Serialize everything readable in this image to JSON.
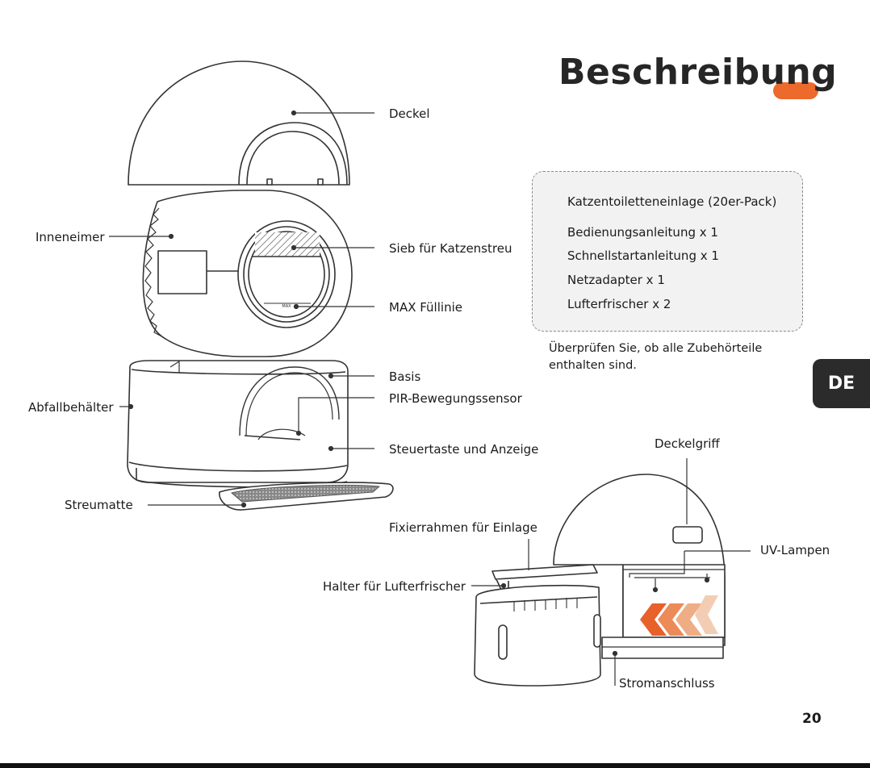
{
  "page_title": "Beschreibung",
  "language_tab": "DE",
  "page_number": "20",
  "accent_color": "#ec6a2c",
  "top_labels": {
    "deckel": "Deckel",
    "inneneimer": "Inneneimer",
    "sieb": "Sieb für Katzenstreu",
    "max": "MAX Füllinie",
    "basis": "Basis",
    "abfall": "Abfallbehälter",
    "pir": "PIR-Bewegungssensor",
    "steuer": "Steuertaste und Anzeige",
    "streumatte": "Streumatte"
  },
  "bottom_labels": {
    "deckelgriff": "Deckelgriff",
    "fixierrahmen": "Fixierrahmen für Einlage",
    "uv": "UV-Lampen",
    "halter": "Halter für Lufterfrischer",
    "strom": "Stromanschluss"
  },
  "accessories": [
    {
      "label": "Katzentoiletteneinlage (20er-Pack)",
      "icon": "liner-roll-icon"
    },
    {
      "label": "Bedienungsanleitung x 1",
      "icon": "manual-icon"
    },
    {
      "label": "Schnellstartanleitung x 1",
      "icon": "quick-guide-icon"
    },
    {
      "label": "Netzadapter x 1",
      "icon": "adapter-icon"
    },
    {
      "label": "Lufterfrischer x 2",
      "icon": "air-freshener-icon"
    }
  ],
  "accessory_note": "Überprüfen Sie, ob alle Zubehörteile enthalten sind."
}
